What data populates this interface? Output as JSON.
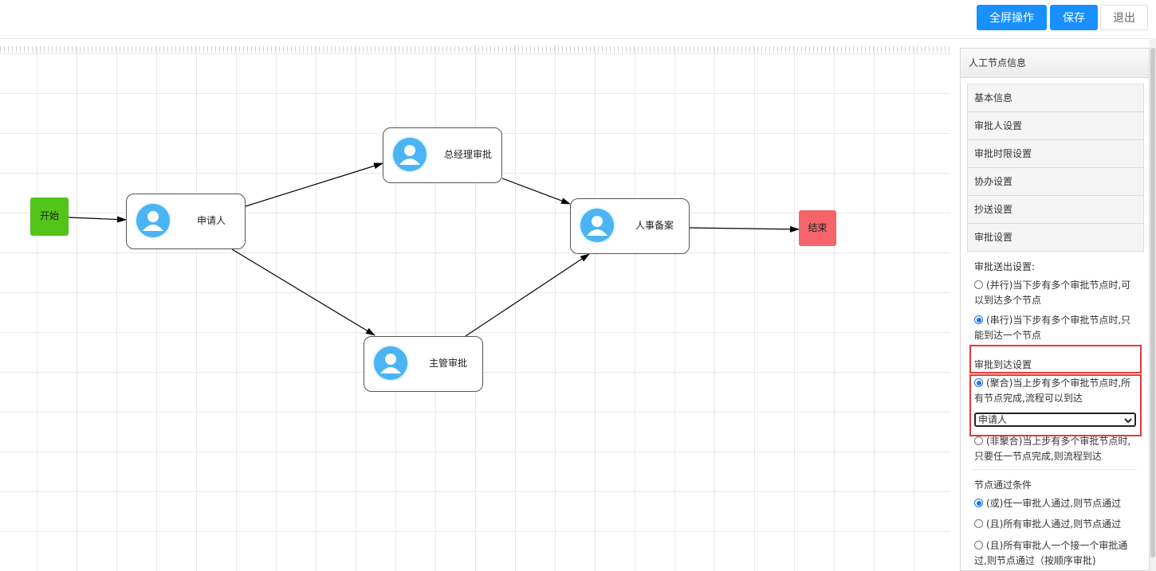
{
  "toolbar": {
    "fullscreen_label": "全屏操作",
    "save_label": "保存",
    "exit_label": "退出"
  },
  "colors": {
    "primary": "#1890ff",
    "start_node": "#52c41a",
    "end_node": "#f4646a",
    "avatar": "#4ab4f4",
    "highlight_box": "#e53935"
  },
  "flow": {
    "start_label": "开始",
    "end_label": "结束",
    "nodes": {
      "applicant": "申请人",
      "gm_approval": "总经理审批",
      "supervisor_approval": "主管审批",
      "hr_filing": "人事备案"
    }
  },
  "panel": {
    "title": "人工节点信息",
    "sections": [
      "基本信息",
      "审批人设置",
      "审批时限设置",
      "协办设置",
      "抄送设置",
      "审批设置"
    ],
    "send_settings": {
      "title": "审批送出设置:",
      "options": [
        {
          "label": "(并行)当下步有多个审批节点时,可以到达多个节点",
          "checked": false
        },
        {
          "label": "(串行)当下步有多个审批节点时,只能到达一个节点",
          "checked": true
        }
      ]
    },
    "arrive_settings": {
      "title": "审批到达设置",
      "options": [
        {
          "label": "(聚合)当上步有多个审批节点时,所有节点完成,流程可以到达",
          "checked": true
        },
        {
          "label": "(非聚合)当上步有多个审批节点时,只要任一节点完成,则流程到达",
          "checked": false
        }
      ],
      "select_value": "申请人"
    },
    "pass_conditions": {
      "title": "节点通过条件",
      "options": [
        {
          "label": "(或)任一审批人通过,则节点通过",
          "checked": true
        },
        {
          "label": "(且)所有审批人通过,则节点通过",
          "checked": false
        },
        {
          "label": "(且)所有审批人一个接一个审批通过,则节点通过（按顺序审批)",
          "checked": false
        }
      ]
    }
  }
}
